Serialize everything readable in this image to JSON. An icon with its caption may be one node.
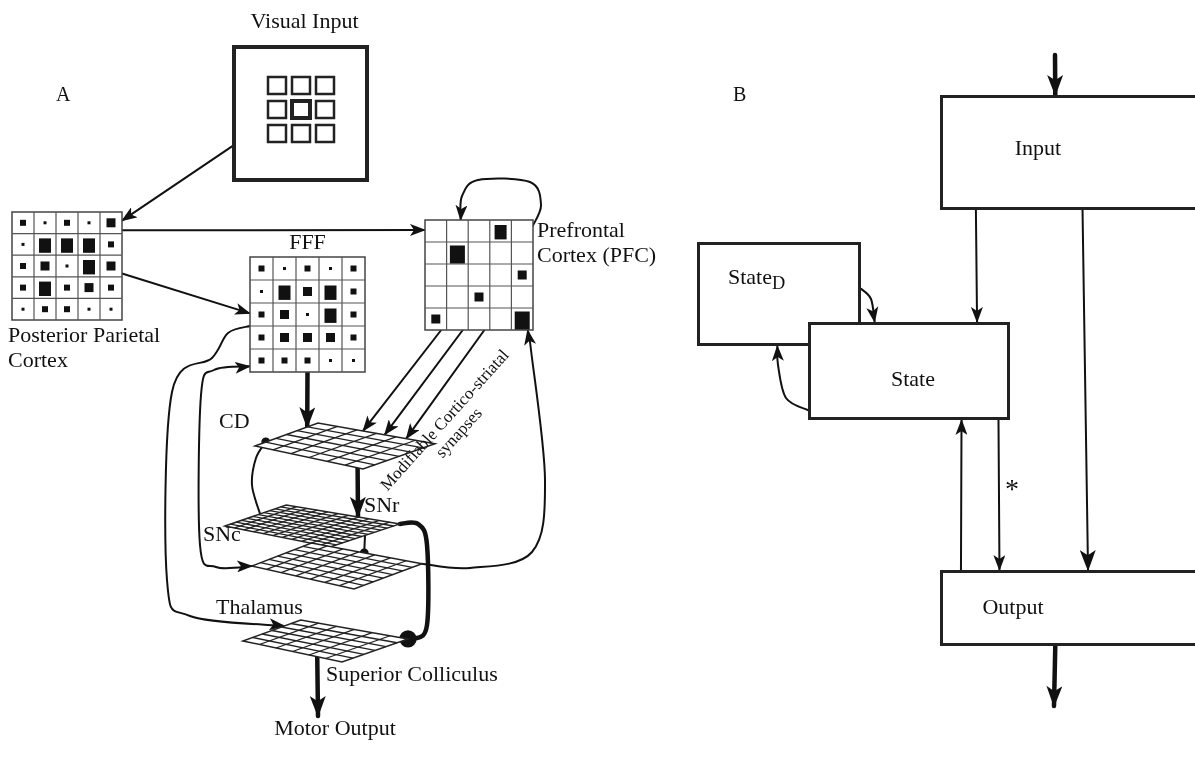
{
  "diagram": {
    "nodes": [
      {
        "text": [
          "Visual Input"
        ]
      },
      {
        "text": [
          "Posterior Parietal Cortex"
        ]
      },
      {
        "text": [
          "FFF"
        ]
      },
      {
        "text": [
          "Prefrontal Cortex (PFC)"
        ]
      },
      {
        "text": [
          "CD"
        ]
      },
      {
        "text": [
          "SNc",
          "SNr"
        ]
      },
      {
        "text": [
          "Thalamus"
        ]
      },
      {
        "text": [
          "Superior Colliculus"
        ]
      },
      {
        "text": [
          "Motor Output"
        ]
      },
      {
        "text": [
          "Input"
        ]
      },
      {
        "text": [
          "State$_{D}$"
        ]
      },
      {
        "text": [
          "State"
        ]
      },
      {
        "text": [
          "Output"
        ]
      }
    ],
    "edges": [
      {
        "from": 0,
        "to": 1,
        "arrow": "to"
      },
      {
        "from": 1,
        "to": 3,
        "arrow": "to"
      },
      {
        "from": 1,
        "to": 2,
        "arrow": "to"
      },
      {
        "from": 3,
        "to": 3,
        "arrow": "to"
      },
      {
        "from": 3,
        "to": 4,
        "arrow": "to"
      },
      {
        "from": 3,
        "to": 4,
        "arrow": "to"
      },
      {
        "from": 3,
        "to": 4,
        "arrow": "to"
      },
      {
        "from": 2,
        "to": 4,
        "arrow": "to",
        "style": "thick"
      },
      {
        "from": 4,
        "to": 5,
        "arrow": "to",
        "style": "thick"
      },
      {
        "from": 5,
        "to": 4,
        "arrow": "other"
      },
      {
        "from": 5,
        "to": 6,
        "arrow": "other"
      },
      {
        "from": 5,
        "to": 7,
        "arrow": "other",
        "style": "thick"
      },
      {
        "from": 6,
        "to": 3,
        "arrow": "to"
      },
      {
        "from": 2,
        "to": 6,
        "arrow": "both"
      },
      {
        "from": 2,
        "to": 7,
        "arrow": "to"
      },
      {
        "from": 7,
        "to": 8,
        "arrow": "to",
        "style": "thick"
      },
      {
        "from": null,
        "to": 9,
        "arrow": "to",
        "style": "thick"
      },
      {
        "from": 9,
        "to": 11,
        "arrow": "to"
      },
      {
        "from": 9,
        "to": 12,
        "arrow": "to"
      },
      {
        "from": 10,
        "to": 11,
        "arrow": "to"
      },
      {
        "from": 11,
        "to": 10,
        "arrow": "to"
      },
      {
        "from": 12,
        "to": 11,
        "arrow": "to"
      },
      {
        "from": 11,
        "to": 12,
        "arrow": "to",
        "label": "*"
      },
      {
        "from": 12,
        "to": null,
        "arrow": "to",
        "style": "thick"
      }
    ],
    "labels": [
      "A",
      "B",
      "Modifiable Cortico-striatal synapses"
    ]
  }
}
